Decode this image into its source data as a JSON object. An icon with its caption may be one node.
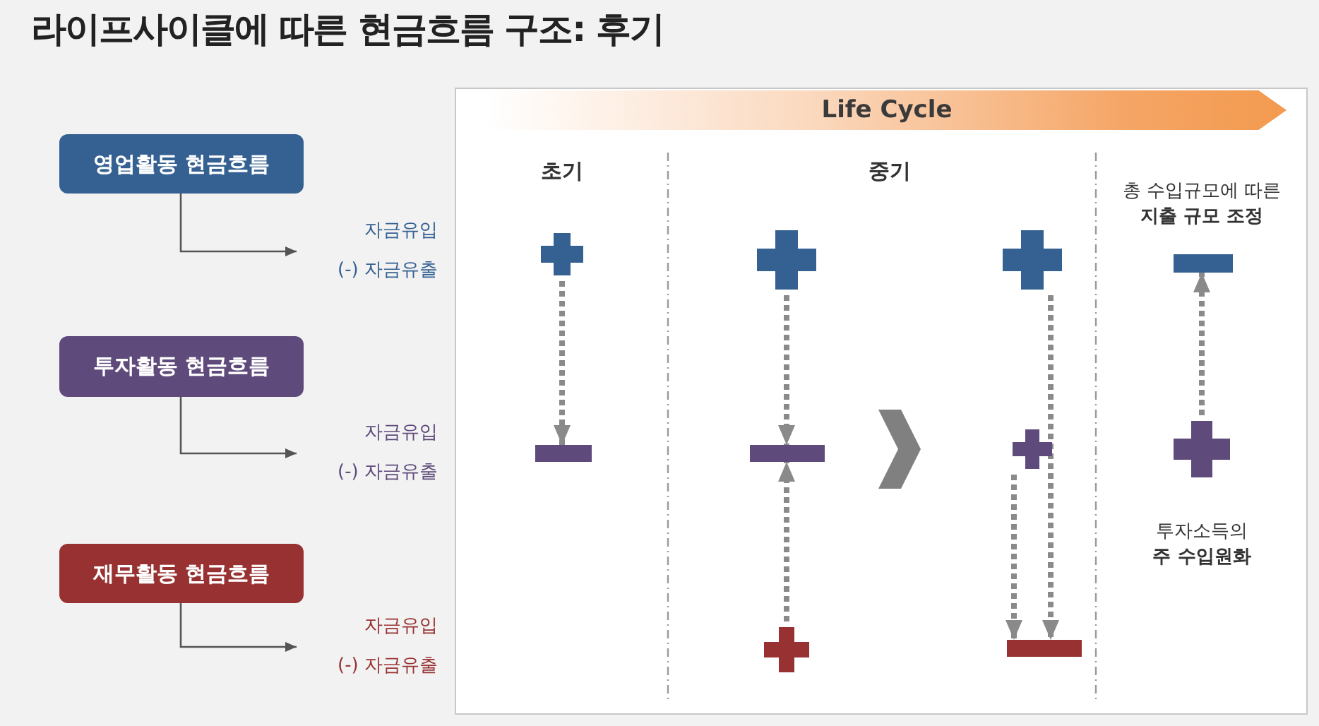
{
  "diagram": {
    "title": "라이프사이클에 따른 현금흐름 구조: 후기",
    "nodes": [
      {
        "text": [
          "영업활동 현금흐름"
        ]
      },
      {
        "text": [
          "자금유입",
          "(-) 자금유출"
        ]
      },
      {
        "text": [
          "투자활동 현금흐름"
        ]
      },
      {
        "text": [
          "자금유입",
          "(-) 자금유출"
        ]
      },
      {
        "text": [
          "재무활동 현금흐름"
        ]
      },
      {
        "text": [
          "자금유입",
          "(-) 자금유출"
        ]
      },
      {
        "text": [
          "Life Cycle"
        ]
      },
      {
        "text": [],
        "shape": "plus"
      },
      {
        "text": [],
        "shape": "bar"
      },
      {
        "text": [],
        "shape": "plus"
      },
      {
        "text": [],
        "shape": "bar"
      },
      {
        "text": [],
        "shape": "plus"
      },
      {
        "text": [],
        "shape": "plus"
      },
      {
        "text": [],
        "shape": "plus"
      },
      {
        "text": [],
        "shape": "bar"
      },
      {
        "text": [],
        "shape": "bar"
      },
      {
        "text": [],
        "shape": "plus"
      }
    ],
    "edges": [
      {
        "from": 0,
        "to": 1,
        "arrow": "to"
      },
      {
        "from": 2,
        "to": 3,
        "arrow": "to"
      },
      {
        "from": 4,
        "to": 5,
        "arrow": "to"
      },
      {
        "from": 7,
        "to": 8,
        "arrow": "to",
        "style": "dashed"
      },
      {
        "from": 9,
        "to": 10,
        "arrow": "to",
        "style": "dashed"
      },
      {
        "from": 11,
        "to": 10,
        "arrow": "to",
        "style": "dashed"
      },
      {
        "from": 12,
        "to": 14,
        "arrow": "to",
        "style": "dashed"
      },
      {
        "from": 13,
        "to": 14,
        "arrow": "to",
        "style": "dashed"
      },
      {
        "from": 16,
        "to": 15,
        "arrow": "to",
        "style": "dashed"
      }
    ],
    "labels": [
      "초기",
      "중기",
      "총 수입규모에 따른 **지출 규모 조정**",
      "투자소득의 **주 수입원화**"
    ]
  }
}
